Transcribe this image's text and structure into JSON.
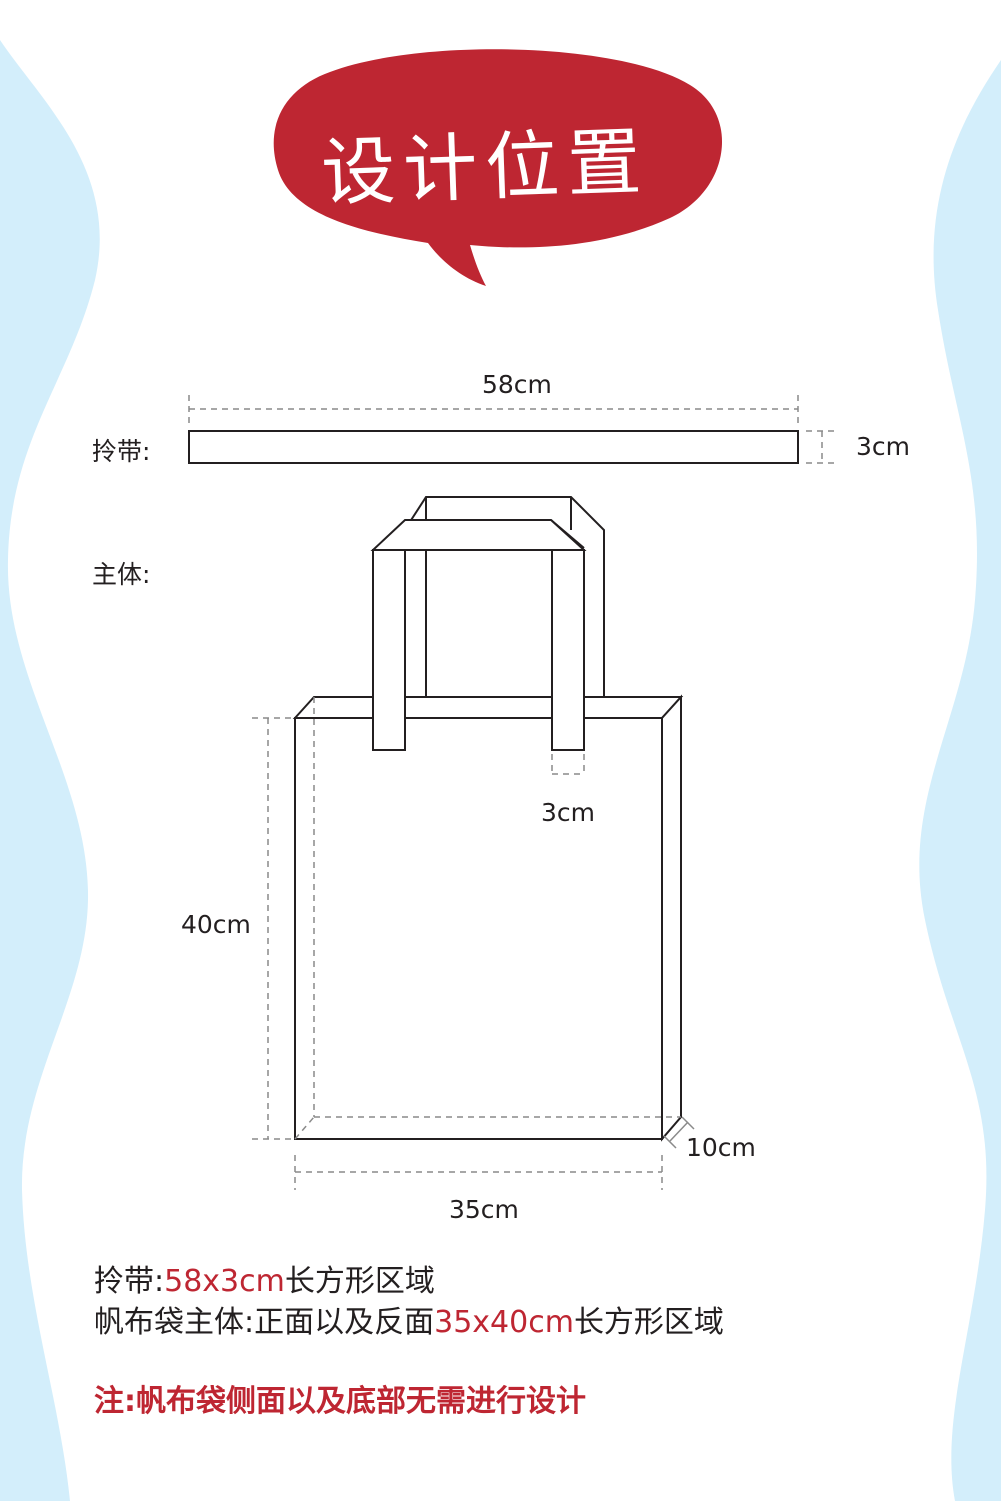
{
  "title": "设计位置",
  "strap": {
    "label": "拎带:",
    "length": "58cm",
    "width": "3cm"
  },
  "body": {
    "label": "主体:",
    "handle_width": "3cm",
    "height": "40cm",
    "depth": "10cm",
    "width": "35cm"
  },
  "info": {
    "line1_prefix": "拎带:",
    "line1_highlight": "58x3cm",
    "line1_suffix": "长方形区域",
    "line2_prefix": "帆布袋主体:正面以及反面",
    "line2_highlight": "35x40cm",
    "line2_suffix": "长方形区域"
  },
  "note": "注:帆布袋侧面以及底部无需进行设计",
  "colors": {
    "accent": "#be2632",
    "side_wave": "#d3eefb",
    "line": "#231f20"
  }
}
